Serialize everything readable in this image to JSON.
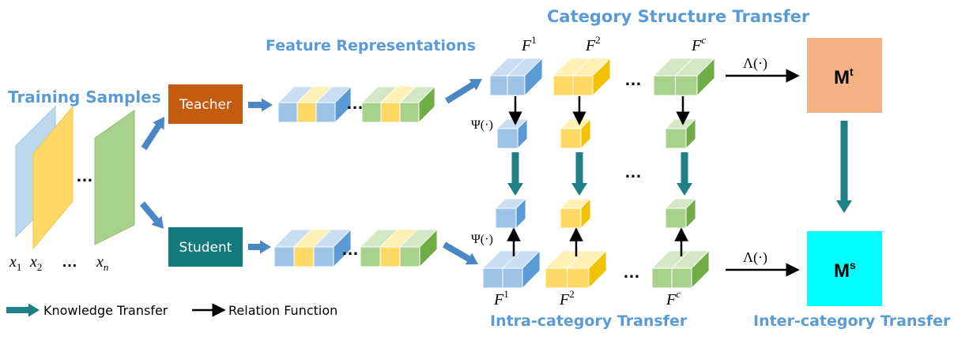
{
  "headings": {
    "training_samples": "Training Samples",
    "feature_representations": "Feature Representations",
    "category_structure_transfer": "Category Structure Transfer",
    "intra_category_transfer": "Intra-category Transfer",
    "inter_category_transfer": "Inter-category Transfer"
  },
  "models": {
    "teacher": "Teacher",
    "student": "Student"
  },
  "samples": {
    "x1": "x",
    "x1_sub": "1",
    "x2": "x",
    "x2_sub": "2",
    "xn": "x",
    "xn_sub": "n"
  },
  "features": {
    "f_symbol": "F",
    "sup_1": "1",
    "sup_2": "2",
    "sup_c": "c"
  },
  "functions": {
    "psi": "Ψ(·)",
    "lambda": "Λ(·)"
  },
  "matrices": {
    "mt_base": "M",
    "mt_sup": "t",
    "ms_base": "M",
    "ms_sup": "s"
  },
  "ellipsis": "…",
  "legend": {
    "knowledge_transfer": "Knowledge Transfer",
    "relation_function": "Relation Function"
  },
  "colors": {
    "heading_blue": "#5b9bd5",
    "teacher_box": "#c55a11",
    "student_box": "#127a7a",
    "transfer_arrow": "#1f7f86",
    "blue_arrow": "#4a87c5",
    "mt_fill": "#f4b183",
    "ms_fill": "#00ffff",
    "cube_blue": "#9dc3e6",
    "cube_yellow": "#ffd966",
    "cube_green": "#a9d18e"
  }
}
